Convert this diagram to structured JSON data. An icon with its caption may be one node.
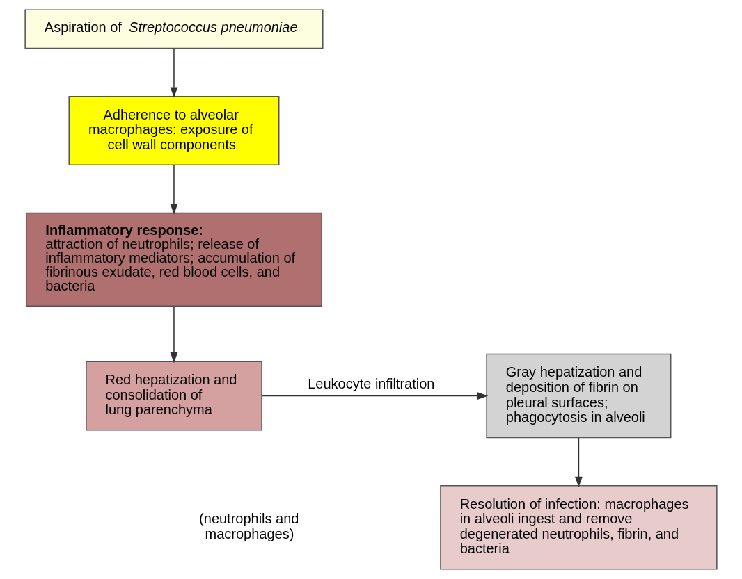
{
  "diagram": {
    "nodes": [
      {
        "text": [
          "Aspiration of *Streptococcus pneumoniae*"
        ]
      },
      {
        "text": [
          "Adherence to alveolar macrophages: exposure of cell wall components"
        ]
      },
      {
        "text": [
          "Inflammatory response:",
          "attraction of neutrophils; release of inflammatory mediators; accumulation of fibrinous exudate, red blood cells, and bacteria"
        ]
      },
      {
        "text": [
          "Red hepatization and consolidation of lung parenchyma"
        ]
      },
      {
        "text": [
          "Gray hepatization and deposition of fibrin on pleural surfaces; phagocytosis in alveoli"
        ]
      },
      {
        "text": [
          "Resolution of infection: macrophages in alveoli ingest and remove degenerated neutrophils, fibrin, and bacteria"
        ]
      }
    ],
    "edges": [
      {
        "from": 0,
        "to": 1,
        "arrow": "to"
      },
      {
        "from": 1,
        "to": 2,
        "arrow": "to"
      },
      {
        "from": 2,
        "to": 3,
        "arrow": "to"
      },
      {
        "from": 3,
        "to": 4,
        "arrow": "to",
        "label": "Leukocyte infiltration"
      },
      {
        "from": 4,
        "to": 5,
        "arrow": "to"
      }
    ],
    "labels": [
      "(neutrophils and macrophages)"
    ]
  }
}
